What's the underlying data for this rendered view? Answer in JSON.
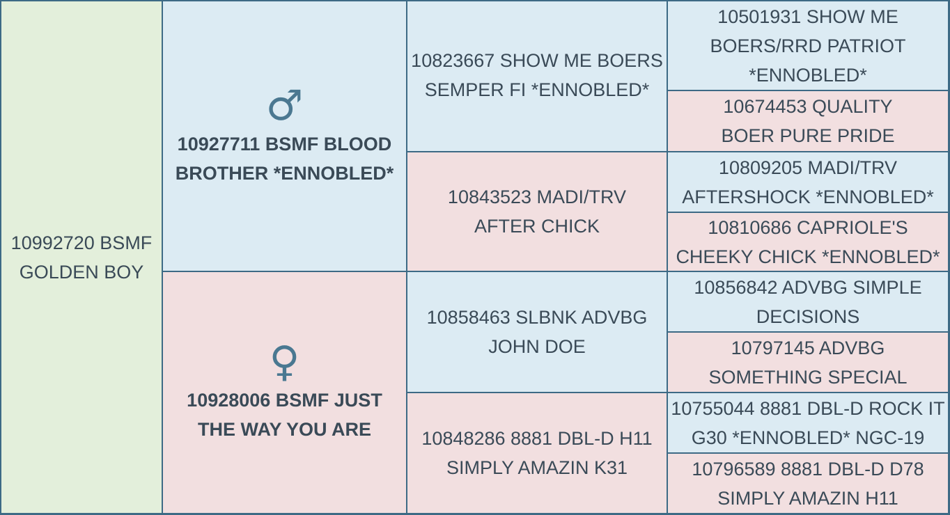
{
  "subject": {
    "name": "10992720 BSMF GOLDEN BOY"
  },
  "sire": {
    "symbol": "♂",
    "name": "10927711 BSMF BLOOD BROTHER *ENNOBLED*"
  },
  "dam": {
    "symbol": "♀",
    "name": "10928006 BSMF JUST THE WAY YOU ARE"
  },
  "grandparents": [
    {
      "name": "10823667 SHOW ME BOERS SEMPER FI *ENNOBLED*"
    },
    {
      "name": "10843523 MADI/TRV AFTER CHICK"
    },
    {
      "name": "10858463 SLBNK ADVBG JOHN DOE"
    },
    {
      "name": "10848286 8881 DBL-D H11 SIMPLY AMAZIN K31"
    }
  ],
  "great_grandparents": [
    {
      "name": "10501931 SHOW ME BOERS/RRD PATRIOT *ENNOBLED*"
    },
    {
      "name": "10674453 QUALITY BOER PURE PRIDE"
    },
    {
      "name": "10809205 MADI/TRV AFTERSHOCK *ENNOBLED*"
    },
    {
      "name": "10810686 CAPRIOLE'S CHEEKY CHICK *ENNOBLED*"
    },
    {
      "name": "10856842 ADVBG SIMPLE DECISIONS"
    },
    {
      "name": "10797145 ADVBG SOMETHING SPECIAL"
    },
    {
      "name": "10755044 8881 DBL-D ROCK IT G30 *ENNOBLED* NGC-19"
    },
    {
      "name": "10796589 8881 DBL-D D78 SIMPLY AMAZIN H11"
    }
  ],
  "colors": {
    "border": "#3d6a85",
    "male_bg": "#dcebf3",
    "female_bg": "#f2dfe0",
    "subject_bg": "#e3efdb",
    "text": "#3a4a57",
    "symbol": "#4a7891"
  }
}
